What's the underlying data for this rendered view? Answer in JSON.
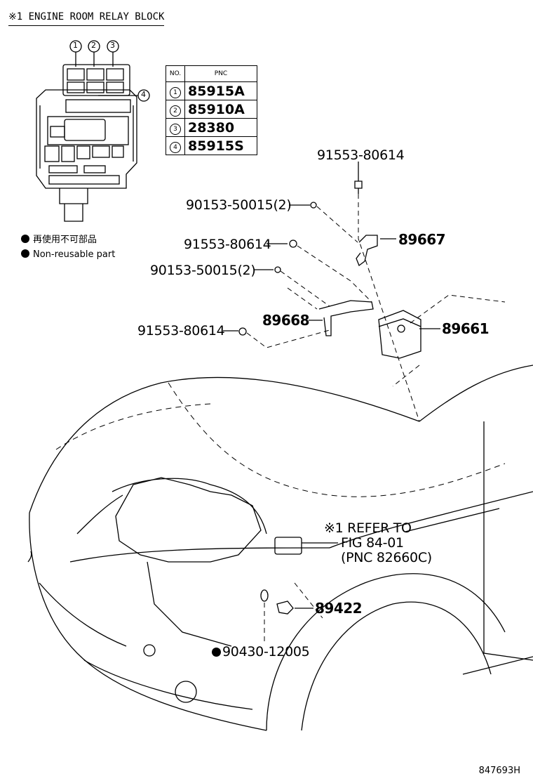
{
  "header": {
    "title": "※1 ENGINE ROOM RELAY BLOCK"
  },
  "callouts": [
    "1",
    "2",
    "3",
    "4"
  ],
  "pnc_table": {
    "headers": {
      "no": "NO.",
      "pnc": "PNC"
    },
    "rows": [
      {
        "no": "1",
        "pnc": "85915A"
      },
      {
        "no": "2",
        "pnc": "85910A"
      },
      {
        "no": "3",
        "pnc": "28380"
      },
      {
        "no": "4",
        "pnc": "85915S"
      }
    ]
  },
  "legend": {
    "line_ja": "再使用不可部品",
    "line_en": "Non-reusable part"
  },
  "parts": {
    "p_91553_top": "91553-80614",
    "p_90153_a": "90153-50015(2)",
    "p_89667": "89667",
    "p_91553_mid": "91553-80614",
    "p_90153_b": "90153-50015(2)",
    "p_89668": "89668",
    "p_89661": "89661",
    "p_91553_low": "91553-80614",
    "p_89422": "89422",
    "p_90430": "90430-12005"
  },
  "refer": {
    "line1": "※1 REFER TO",
    "line2": "FIG 84-01",
    "line3": "(PNC 82660C)"
  },
  "footer": {
    "code": "847693H"
  }
}
